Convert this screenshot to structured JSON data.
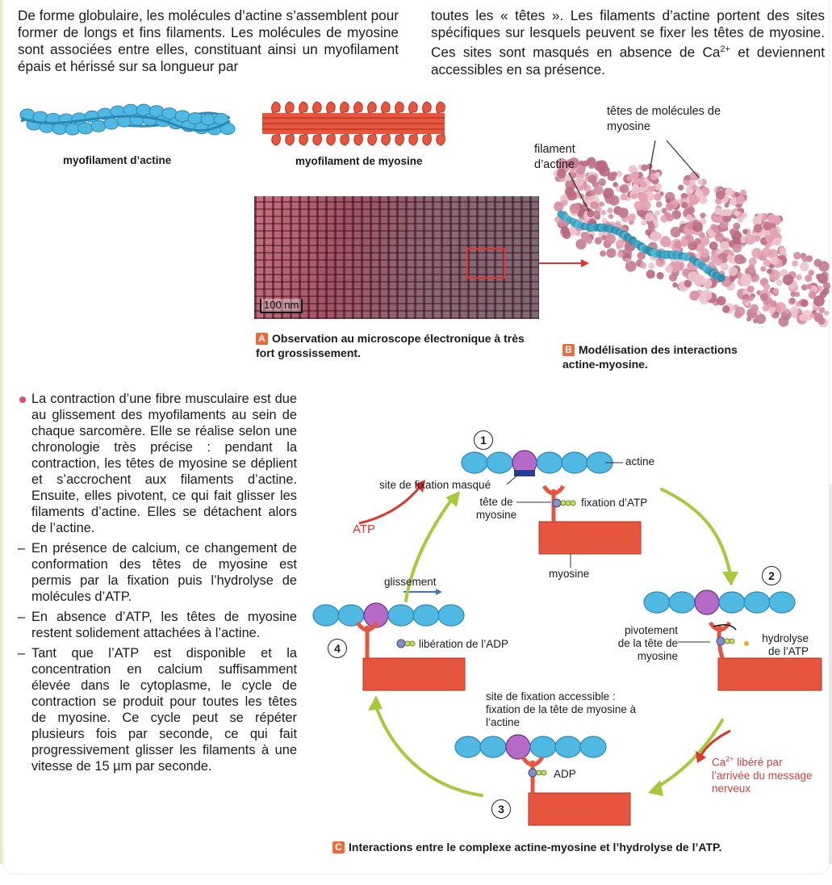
{
  "intro": {
    "left": "De forme globulaire, les molécules d’actine s’assemblent pour former de longs et fins filaments. Les molécules de myosine sont associées entre elles, constituant ainsi un myofilament épais et hérissé sur sa longueur par",
    "right_a": "toutes les « têtes ». Les filaments d’actine portent des sites spécifiques sur lesquels peuvent se fixer les têtes de myosine. Ces sites sont masqués en absence de Ca",
    "right_sup": "2+",
    "right_b": " et deviennent accessibles en sa présence."
  },
  "docA": {
    "actin_label": "myofilament d’actine",
    "myosin_label": "myofilament de myosine",
    "scale": "100 nm",
    "letter": "A",
    "caption": "Observation au microscope électronique à très fort grossissement."
  },
  "docB": {
    "heads_label": "têtes de molécules de myosine",
    "filament_label": "filament d’actine",
    "letter": "B",
    "caption": "Modélisation des interactions actine-myosine."
  },
  "text": {
    "p1": "La contraction d’une fibre musculaire est due au glissement des myofilaments au sein de chaque sarcomère. Elle se réalise selon une chronologie très précise : pendant la contraction, les têtes de myosine se déplient et s’accrochent aux filaments d’actine. Ensuite, elles pivotent, ce qui fait glisser les filaments d’actine. Elles se détachent alors de l’actine.",
    "p2": "En présence de calcium, ce changement de conformation des têtes de myosine est permis par la fixation puis l’hydrolyse de molécules d’ATP.",
    "p3": "En absence d’ATP, les têtes de myosine restent solidement attachées à l’actine.",
    "p4": "Tant que l’ATP est disponible et la concentration en calcium suffisamment élevée dans le cytoplasme, le cycle de contraction se produit pour toutes les têtes de myosine. Ce cycle peut se répéter plusieurs fois par seconde, ce qui fait progressivement glisser les filaments à une vitesse de 15 µm par seconde.",
    "dash": "–"
  },
  "docC": {
    "n1": "1",
    "n2": "2",
    "n3": "3",
    "n4": "4",
    "actine": "actine",
    "site_masque": "site de fixation masqué",
    "tete": "tête de myosine",
    "fixation_atp": "fixation d’ATP",
    "myosine": "myosine",
    "atp": "ATP",
    "glissement": "glissement",
    "liberation_adp": "libération de l’ADP",
    "pivotement": "pivotement de la tête de myosine",
    "hydrolyse": "hydrolyse de l’ATP",
    "site_accessible": "site de fixation accessible : fixation de la tête de myosine à l’actine",
    "adp": "ADP",
    "ca_a": "Ca",
    "ca_sup": "2+",
    "ca_b": " libéré par l’arrivée du message nerveux",
    "letter": "C",
    "caption": "Interactions entre le complexe actine-myosine et l’hydrolyse de l’ATP."
  },
  "colors": {
    "actin": "#4fb9e4",
    "myosin": "#e8553f",
    "head_site": "#b56ac8",
    "arrow_green": "#a8c93c",
    "badge": "#ef6a3a"
  }
}
